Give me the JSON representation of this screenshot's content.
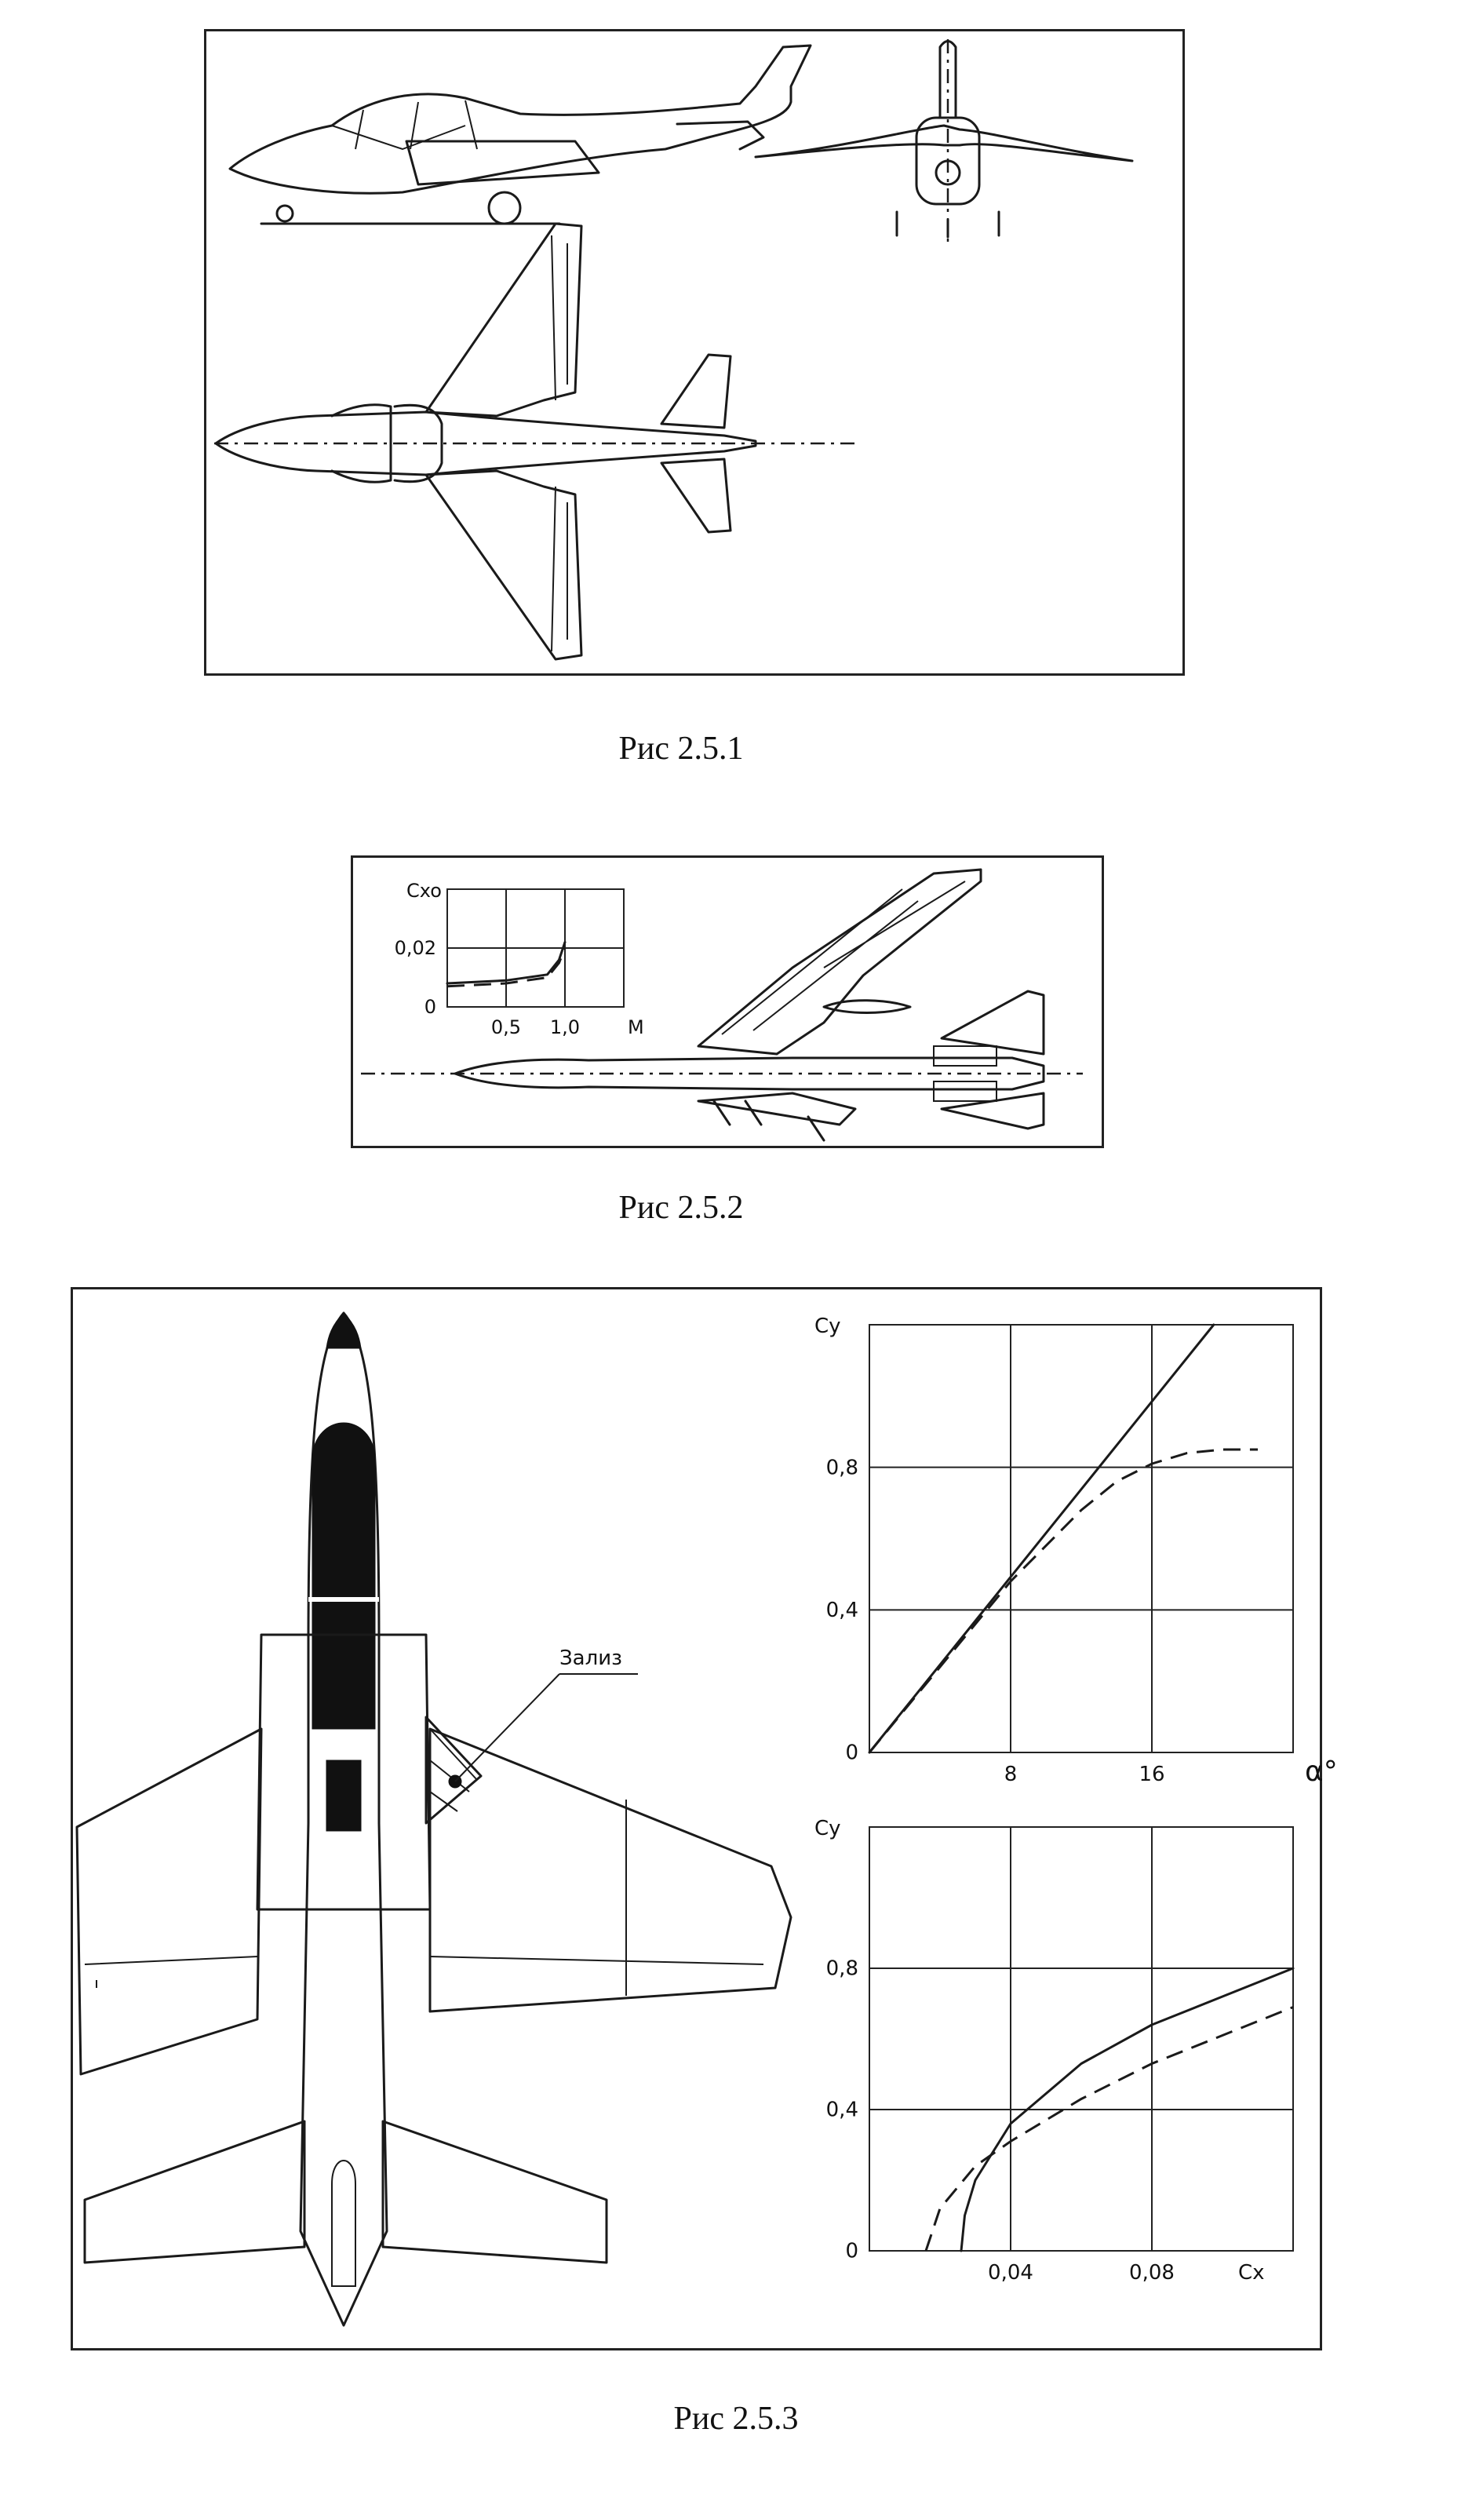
{
  "figures": {
    "fig1": {
      "caption": "Рис 2.5.1"
    },
    "fig2": {
      "caption": "Рис 2.5.2"
    },
    "fig3": {
      "caption": "Рис 2.5.3",
      "callout": "Зализ"
    }
  },
  "chart_data": [
    {
      "type": "line",
      "ylabel": "Cxo",
      "xlabel": "M",
      "x_ticks": [
        "0,5",
        "1,0"
      ],
      "y_ticks": [
        "0",
        "0,02"
      ],
      "xlim": [
        0,
        1.5
      ],
      "ylim": [
        0,
        0.04
      ],
      "series": [
        {
          "style": "solid",
          "x": [
            0.0,
            0.5,
            0.85,
            0.95,
            1.0
          ],
          "y": [
            0.008,
            0.009,
            0.011,
            0.016,
            0.022
          ]
        },
        {
          "style": "dashed",
          "x": [
            0.0,
            0.5,
            0.85,
            0.95,
            1.0
          ],
          "y": [
            0.007,
            0.008,
            0.01,
            0.015,
            0.02
          ]
        }
      ]
    },
    {
      "type": "line",
      "ylabel": "Cy",
      "xlabel": "α°",
      "x_ticks": [
        "8",
        "16"
      ],
      "y_ticks": [
        "0",
        "0,4",
        "0,8"
      ],
      "xlim": [
        0,
        24
      ],
      "ylim": [
        0,
        1.2
      ],
      "grid": true,
      "series": [
        {
          "style": "solid",
          "x": [
            0,
            19.5
          ],
          "y": [
            0,
            1.2
          ]
        },
        {
          "style": "dashed",
          "x": [
            0,
            8,
            12,
            14,
            16,
            18,
            20,
            22
          ],
          "y": [
            0,
            0.48,
            0.68,
            0.76,
            0.81,
            0.84,
            0.85,
            0.85
          ]
        }
      ]
    },
    {
      "type": "line",
      "ylabel": "Cy",
      "xlabel": "Cx",
      "x_ticks": [
        "0,04",
        "0,08"
      ],
      "y_ticks": [
        "0",
        "0,4",
        "0,8"
      ],
      "xlim": [
        0,
        0.12
      ],
      "ylim": [
        0,
        1.2
      ],
      "grid": true,
      "series": [
        {
          "style": "solid",
          "x": [
            0.026,
            0.027,
            0.03,
            0.04,
            0.06,
            0.08,
            0.1,
            0.12
          ],
          "y": [
            0,
            0.1,
            0.2,
            0.36,
            0.53,
            0.64,
            0.72,
            0.8
          ]
        },
        {
          "style": "dashed",
          "x": [
            0.016,
            0.02,
            0.03,
            0.04,
            0.06,
            0.08,
            0.1,
            0.12
          ],
          "y": [
            0,
            0.12,
            0.24,
            0.31,
            0.43,
            0.53,
            0.61,
            0.69
          ]
        }
      ]
    }
  ]
}
